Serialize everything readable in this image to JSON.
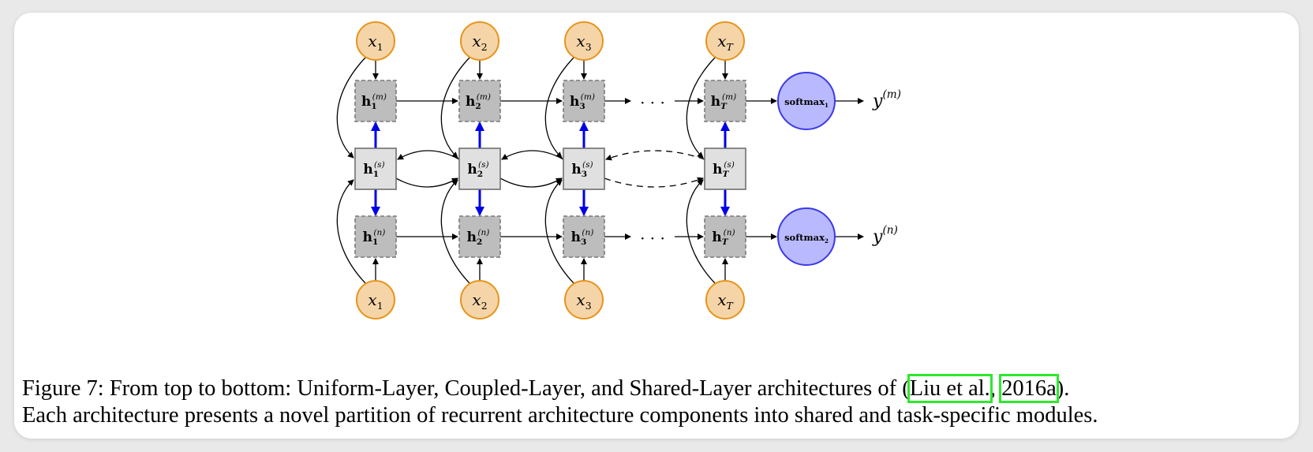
{
  "figure": {
    "caption": {
      "prefix": "Figure 7: From top to bottom: Uniform-Layer, Coupled-Layer, and Shared-Layer architectures of (",
      "cite_author": "Liu et al.",
      "cite_sep": ", ",
      "cite_year": "2016a",
      "suffix": ").",
      "line2": "Each architecture presents a novel partition of recurrent architecture components into shared and task-specific modules."
    },
    "colors": {
      "input_fill": "#f5d5a8",
      "input_stroke": "#e8941a",
      "task_fill": "#bdbdbd",
      "shared_fill": "#e0e0e0",
      "softmax_fill": "#b9b9ff",
      "softmax_stroke": "#3a3ae8",
      "blue_arrow": "#0000e6"
    },
    "inputs_top": [
      {
        "base": "x",
        "sub": "1"
      },
      {
        "base": "x",
        "sub": "2"
      },
      {
        "base": "x",
        "sub": "3"
      },
      {
        "base": "x",
        "sub": "T"
      }
    ],
    "inputs_bottom": [
      {
        "base": "x",
        "sub": "1"
      },
      {
        "base": "x",
        "sub": "2"
      },
      {
        "base": "x",
        "sub": "3"
      },
      {
        "base": "x",
        "sub": "T"
      }
    ],
    "task_m_row": [
      {
        "base": "h",
        "sub": "1",
        "sup": "(m)"
      },
      {
        "base": "h",
        "sub": "2",
        "sup": "(m)"
      },
      {
        "base": "h",
        "sub": "3",
        "sup": "(m)"
      },
      {
        "base": "h",
        "sub": "T",
        "sup": "(m)"
      }
    ],
    "shared_row": [
      {
        "base": "h",
        "sub": "1",
        "sup": "(s)"
      },
      {
        "base": "h",
        "sub": "2",
        "sup": "(s)"
      },
      {
        "base": "h",
        "sub": "3",
        "sup": "(s)"
      },
      {
        "base": "h",
        "sub": "T",
        "sup": "(s)"
      }
    ],
    "task_n_row": [
      {
        "base": "h",
        "sub": "1",
        "sup": "(n)"
      },
      {
        "base": "h",
        "sub": "2",
        "sup": "(n)"
      },
      {
        "base": "h",
        "sub": "3",
        "sup": "(n)"
      },
      {
        "base": "h",
        "sub": "T",
        "sup": "(n)"
      }
    ],
    "softmax_top": {
      "base": "softmax",
      "sub": "1"
    },
    "softmax_bottom": {
      "base": "softmax",
      "sub": "2"
    },
    "output_top": {
      "base": "y",
      "sup": "(m)"
    },
    "output_bottom": {
      "base": "y",
      "sup": "(n)"
    },
    "ellipsis": "· · ·"
  }
}
